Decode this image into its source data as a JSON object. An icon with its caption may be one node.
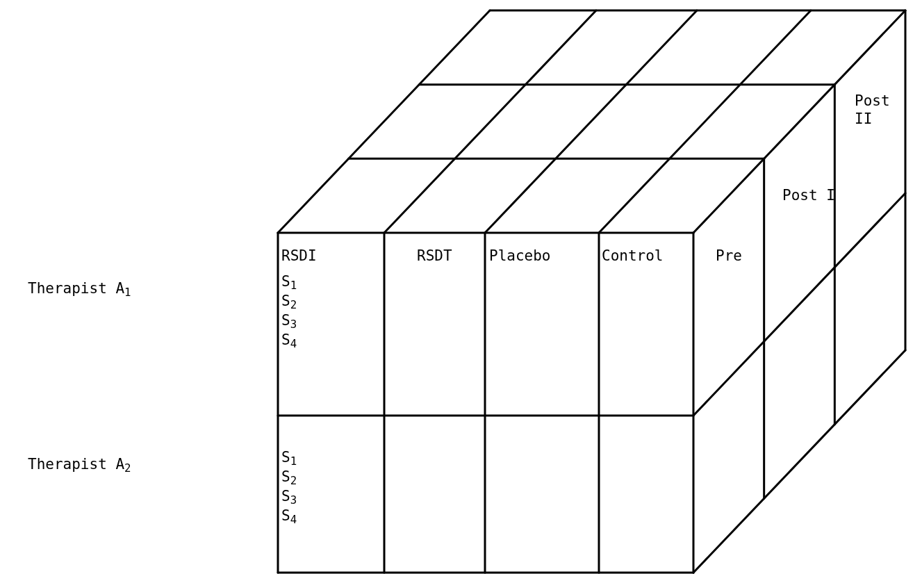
{
  "diagram": {
    "labels": [
      "RSDI",
      "RSDT",
      "Placebo",
      "Control",
      "Pre",
      "Post I",
      "Post II",
      "Therapist A$_{1}$",
      "S$_{1}$",
      "S$_{2}$",
      "S$_{3}$",
      "S$_{4}$",
      "Therapist A$_{2}$",
      "S$_{1}$",
      "S$_{2}$",
      "S$_{3}$",
      "S$_{4}$"
    ]
  }
}
